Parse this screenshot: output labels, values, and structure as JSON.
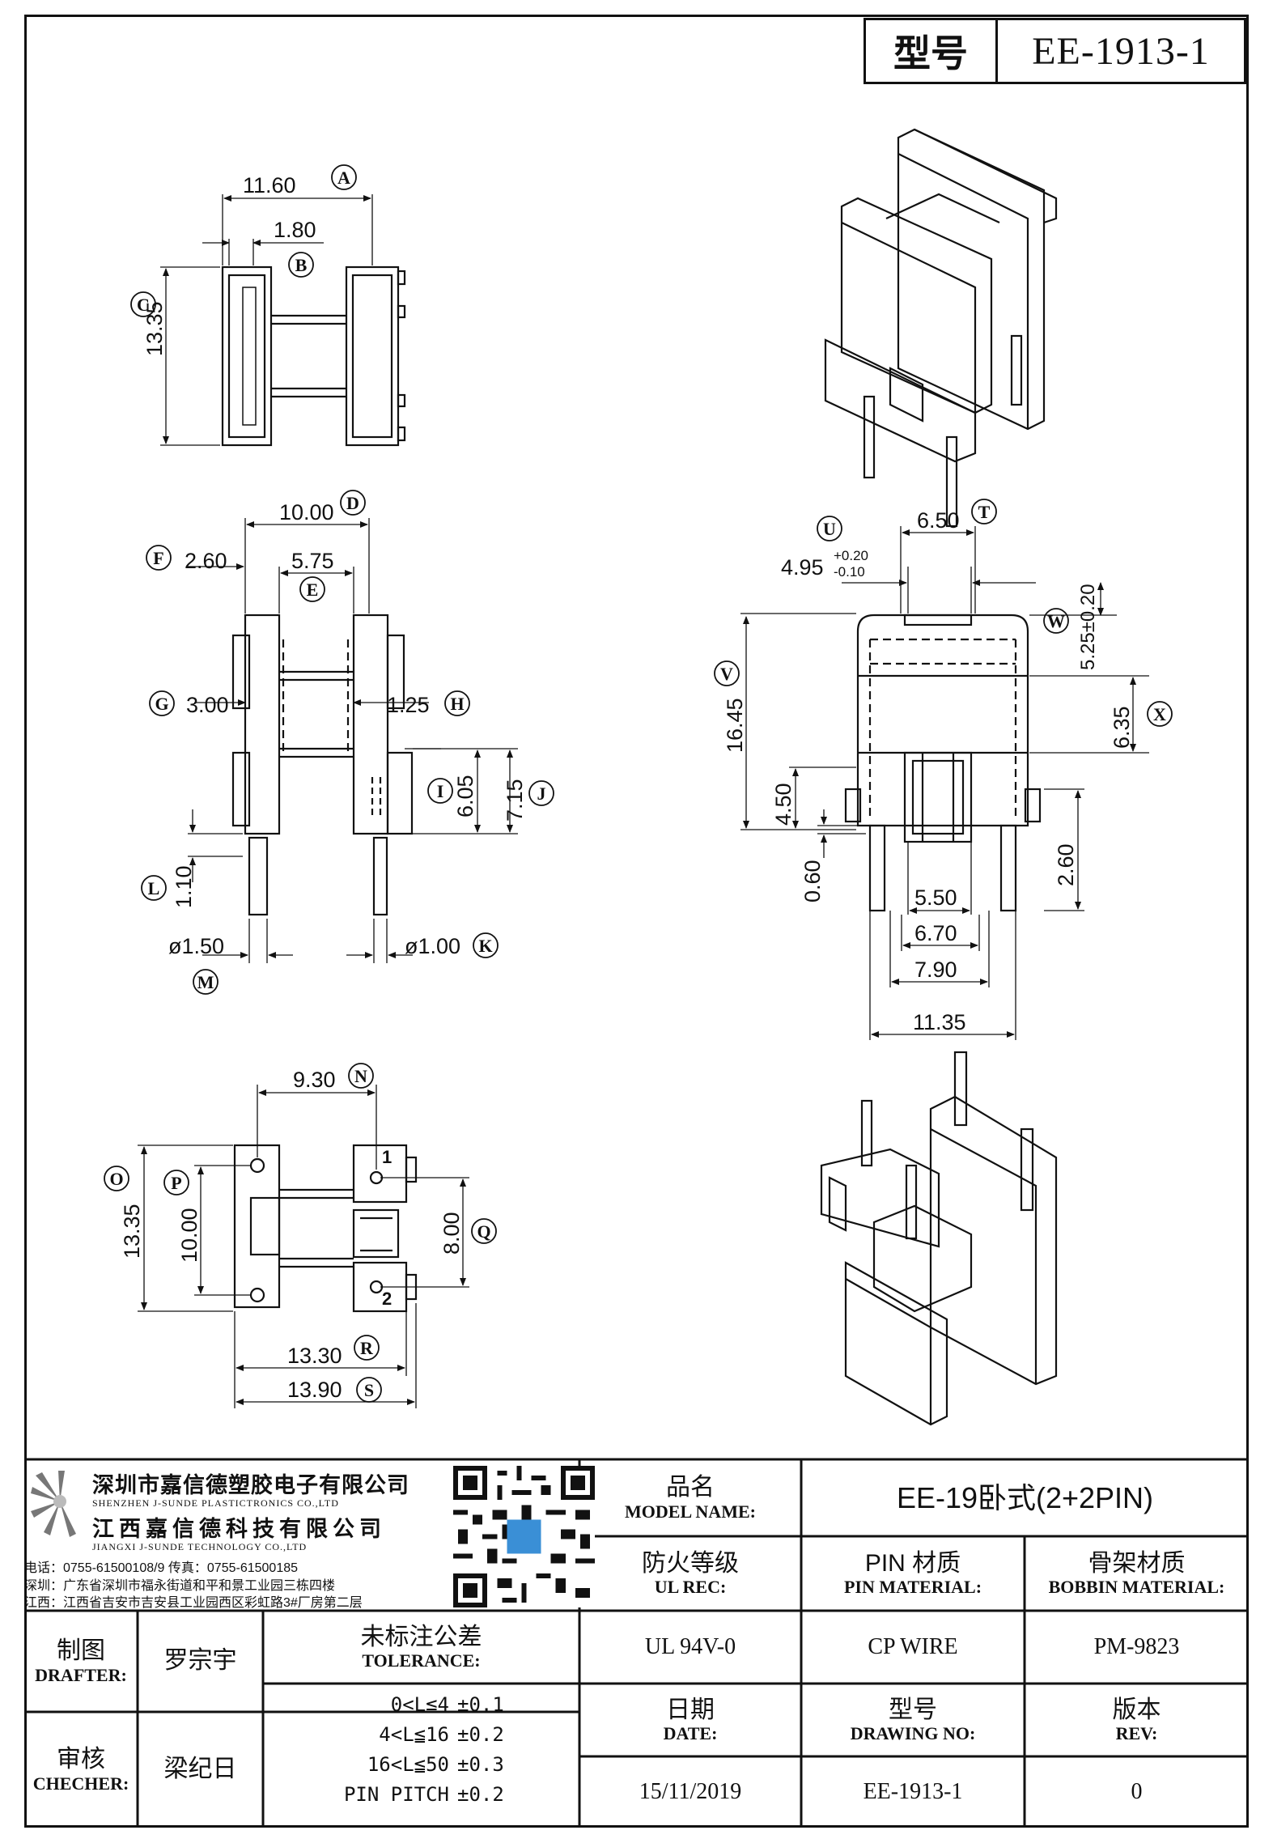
{
  "header": {
    "model_label": "型号",
    "model_value": "EE-1913-1"
  },
  "dimensions": {
    "A": "11.60",
    "B": "1.80",
    "C": "13.35",
    "D": "10.00",
    "E": "5.75",
    "F": "2.60",
    "G": "3.00",
    "H": "1.25",
    "I": "6.05",
    "J": "7.15",
    "L": "1.10",
    "M": "ø1.50",
    "K": "ø1.00",
    "T": "6.50",
    "U_main": "4.95",
    "U_plus": "+0.20",
    "U_minus": "-0.10",
    "W": "5.25±0.20",
    "V": "16.45",
    "X": "6.35",
    "d450": "4.50",
    "d060": "0.60",
    "d260": "2.60",
    "d550": "5.50",
    "d670": "6.70",
    "d790": "7.90",
    "d1135": "11.35",
    "N": "9.30",
    "O": "13.35",
    "P": "10.00",
    "Q": "8.00",
    "R": "13.30",
    "S": "13.90",
    "pin1": "1",
    "pin2": "2"
  },
  "tags": {
    "A": "A",
    "B": "B",
    "C": "C",
    "D": "D",
    "E": "E",
    "F": "F",
    "G": "G",
    "H": "H",
    "I": "I",
    "J": "J",
    "K": "K",
    "L": "L",
    "M": "M",
    "N": "N",
    "O": "O",
    "P": "P",
    "Q": "Q",
    "R": "R",
    "S": "S",
    "T": "T",
    "U": "U",
    "V": "V",
    "W": "W",
    "X": "X"
  },
  "company": {
    "name_cn_1": "深圳市嘉信德塑胶电子有限公司",
    "name_en_1": "SHENZHEN J-SUNDE PLASTICTRONICS CO.,LTD",
    "name_cn_2": "江西嘉信德科技有限公司",
    "name_en_2": "JIANGXI J-SUNDE TECHNOLOGY CO.,LTD",
    "phone": "电话：0755-61500108/9      传真：0755-61500185",
    "addr_sz": "深圳：广东省深圳市福永街道和平和景工业园三栋四楼",
    "addr_jx": "江西：江西省吉安市吉安县工业园西区彩虹路3#厂房第二层"
  },
  "title_block": {
    "model_name_cn": "品名",
    "model_name_en": "MODEL NAME:",
    "model_name_value": "EE-19卧式(2+2PIN)",
    "ul_cn": "防火等级",
    "ul_en": "UL REC:",
    "ul_value": "UL 94V-0",
    "pin_cn": "PIN 材质",
    "pin_en": "PIN MATERIAL:",
    "pin_value": "CP WIRE",
    "bobbin_cn": "骨架材质",
    "bobbin_en": "BOBBIN MATERIAL:",
    "bobbin_value": "PM-9823",
    "date_cn": "日期",
    "date_en": "DATE:",
    "date_value": "15/11/2019",
    "drawing_cn": "型号",
    "drawing_en": "DRAWING NO:",
    "drawing_value": "EE-1913-1",
    "rev_cn": "版本",
    "rev_en": "REV:",
    "rev_value": "0",
    "drafter_cn": "制图",
    "drafter_en": "DRAFTER:",
    "drafter_value": "罗宗宇",
    "checker_cn": "审核",
    "checker_en": "CHECHER:",
    "checker_value": "梁纪日",
    "tolerance_cn": "未标注公差",
    "tolerance_en": "TOLERANCE:",
    "tolerances": [
      {
        "range": "0<L≦4",
        "value": "±0.1"
      },
      {
        "range": "4<L≦16",
        "value": "±0.2"
      },
      {
        "range": "16<L≦50",
        "value": "±0.3"
      },
      {
        "range": "PIN PITCH",
        "value": "±0.2"
      }
    ]
  }
}
